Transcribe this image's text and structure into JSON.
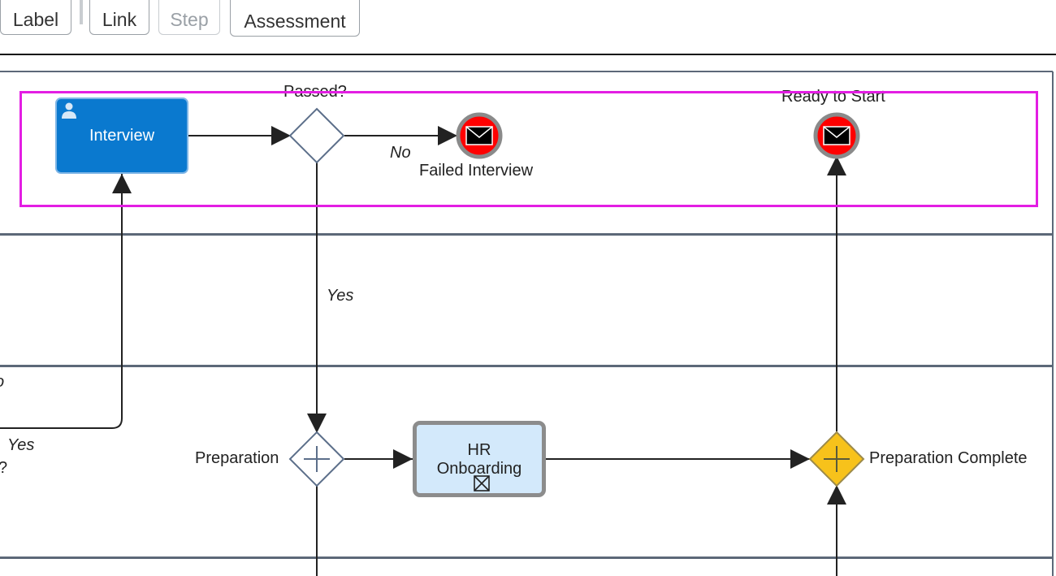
{
  "toolbar": {
    "buttons": [
      {
        "label": "Label",
        "icon": "pencil-icon",
        "enabled": true
      },
      {
        "label": "Link",
        "icon": "arrow-icon",
        "enabled": true
      },
      {
        "label": "Step",
        "icon": "step-icon",
        "enabled": false
      },
      {
        "label": "Assessment",
        "icon": "check-circle-icon",
        "enabled": true
      }
    ]
  },
  "diagram": {
    "tasks": {
      "interview": "Interview",
      "hr_onboarding": "HR\nOnboarding"
    },
    "gateways": {
      "passed": "Passed?",
      "preparation": "Preparation",
      "preparation_complete": "Preparation Complete"
    },
    "events": {
      "failed_interview": "Failed Interview",
      "ready_to_start": "Ready to Start"
    },
    "flows": {
      "no": "No",
      "yes_main": "Yes",
      "yes_left": "Yes",
      "left_frag_top": "o",
      "left_frag_bottom": "?"
    }
  },
  "colors": {
    "task_blue": "#0a79cf",
    "task_light": "#d3e9fb",
    "end_event_red": "#ff0000",
    "gateway_yellow": "#f7c21b",
    "lane_border": "#5c6878",
    "selection": "#e31ee3"
  }
}
